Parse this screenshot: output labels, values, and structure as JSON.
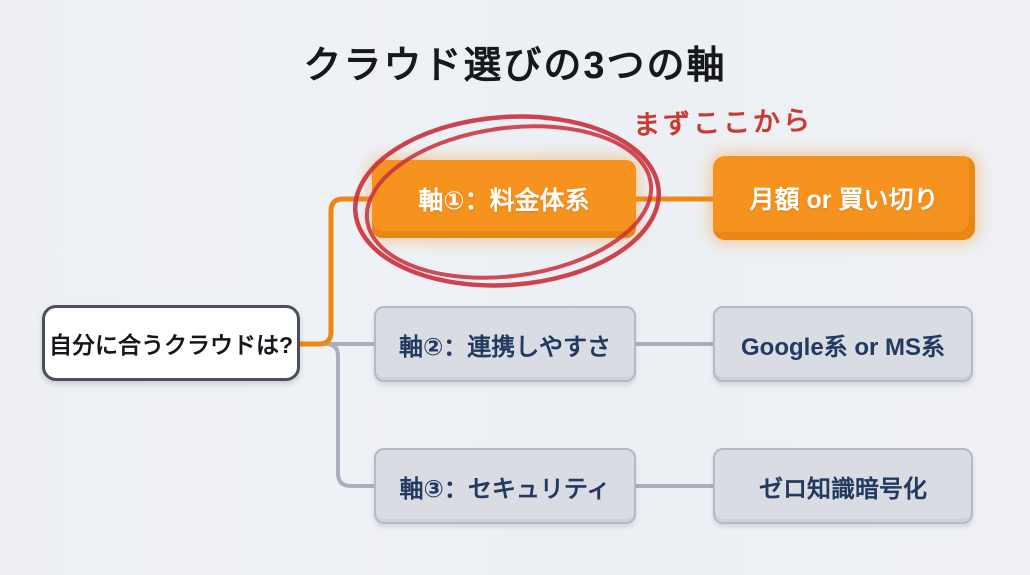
{
  "page": {
    "title": "クラウド選びの3つの軸",
    "background_color": "#edeff3"
  },
  "annotation": {
    "text": "まずここから",
    "color": "#cb3a31",
    "target": "axis-1"
  },
  "root_node": {
    "label": "自分に合うクラウドは?"
  },
  "axes": [
    {
      "label": "軸①：料金体系",
      "result": "月額 or 買い切り",
      "highlighted": true
    },
    {
      "label": "軸②：連携しやすさ",
      "result": "Google系 or MS系",
      "highlighted": false
    },
    {
      "label": "軸③：セキュリティ",
      "result": "ゼロ知識暗号化",
      "highlighted": false
    }
  ],
  "colors": {
    "accent_orange": "#f6921e",
    "connector_orange": "#ef8714",
    "connector_gray": "#a9afbb",
    "box_gray": "#d9dce3",
    "text_navy": "#223a61",
    "highlight_red": "#c9333f",
    "title_text": "#17181a"
  }
}
